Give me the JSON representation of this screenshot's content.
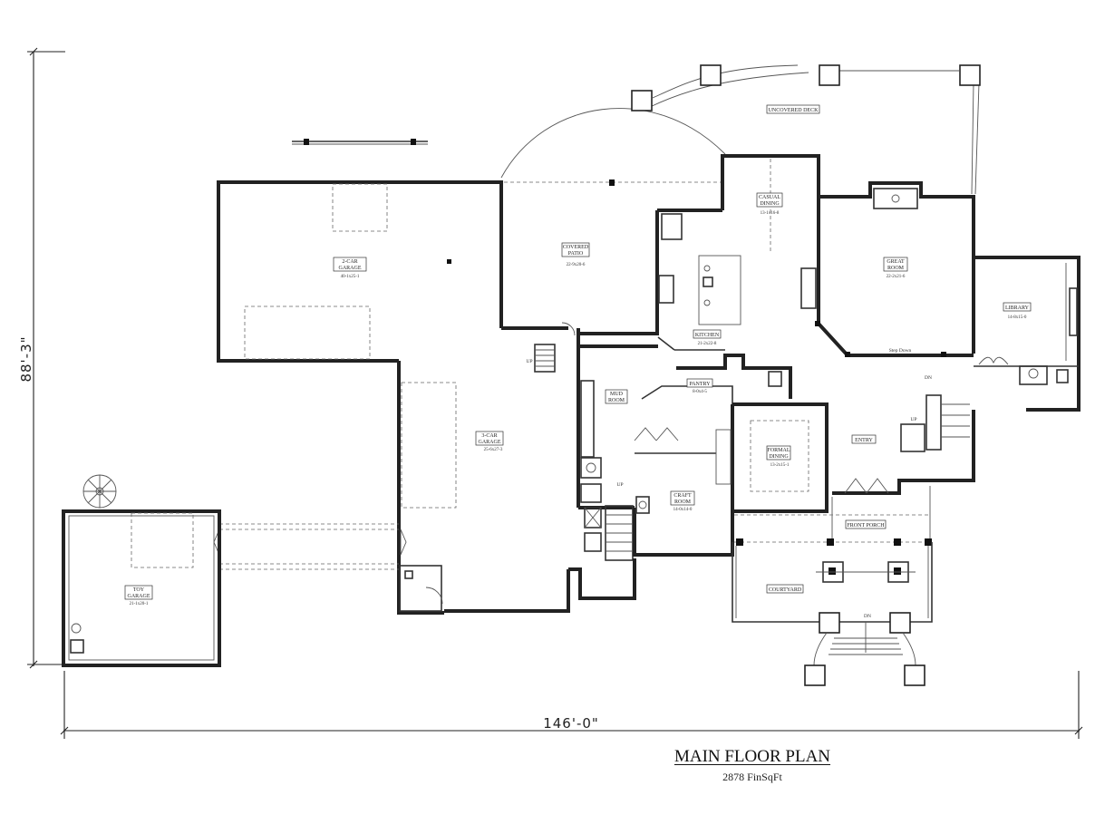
{
  "title": "MAIN FLOOR PLAN",
  "subtitle": "2878 FinSqFt",
  "dimensions": {
    "width": "146'-0\"",
    "depth": "88'-3\""
  },
  "rooms": {
    "two_car_garage": {
      "name1": "2-CAR",
      "name2": "GARAGE",
      "size": "40-1x25-1"
    },
    "covered_patio": {
      "name1": "COVERED",
      "name2": "PATIO",
      "size": "22-9x20-6"
    },
    "uncovered_deck": {
      "name": "UNCOVERED DECK"
    },
    "casual_dining": {
      "name1": "CASUAL",
      "name2": "DINING",
      "size": "13-1x16-8"
    },
    "great_room": {
      "name1": "GREAT",
      "name2": "ROOM",
      "size": "22-2x21-6"
    },
    "library": {
      "name": "LIBRARY",
      "size": "14-8x15-0"
    },
    "kitchen": {
      "name": "KITCHEN",
      "size": "21-2x22-8"
    },
    "pantry": {
      "name": "PANTRY",
      "size": "8-0x4-5"
    },
    "mud_room": {
      "name1": "MUD",
      "name2": "ROOM"
    },
    "three_car_garage": {
      "name1": "3-CAR",
      "name2": "GARAGE",
      "size": "25-6x27-3"
    },
    "formal_dining": {
      "name1": "FORMAL",
      "name2": "DINING",
      "size": "13-2x15-1"
    },
    "entry": {
      "name": "ENTRY"
    },
    "craft_room": {
      "name1": "CRAFT",
      "name2": "ROOM",
      "size": "14-0x14-0"
    },
    "front_porch": {
      "name": "FRONT PORCH"
    },
    "courtyard": {
      "name": "COURTYARD"
    },
    "toy_garage": {
      "name1": "TOY",
      "name2": "GARAGE",
      "size": "21-1x20-1"
    }
  },
  "annotations": {
    "up_garage": "UP",
    "up_mud": "UP",
    "up_entry": "UP",
    "dn_library": "DN",
    "dn_courtyard": "DN",
    "step_down": "Step Down"
  }
}
